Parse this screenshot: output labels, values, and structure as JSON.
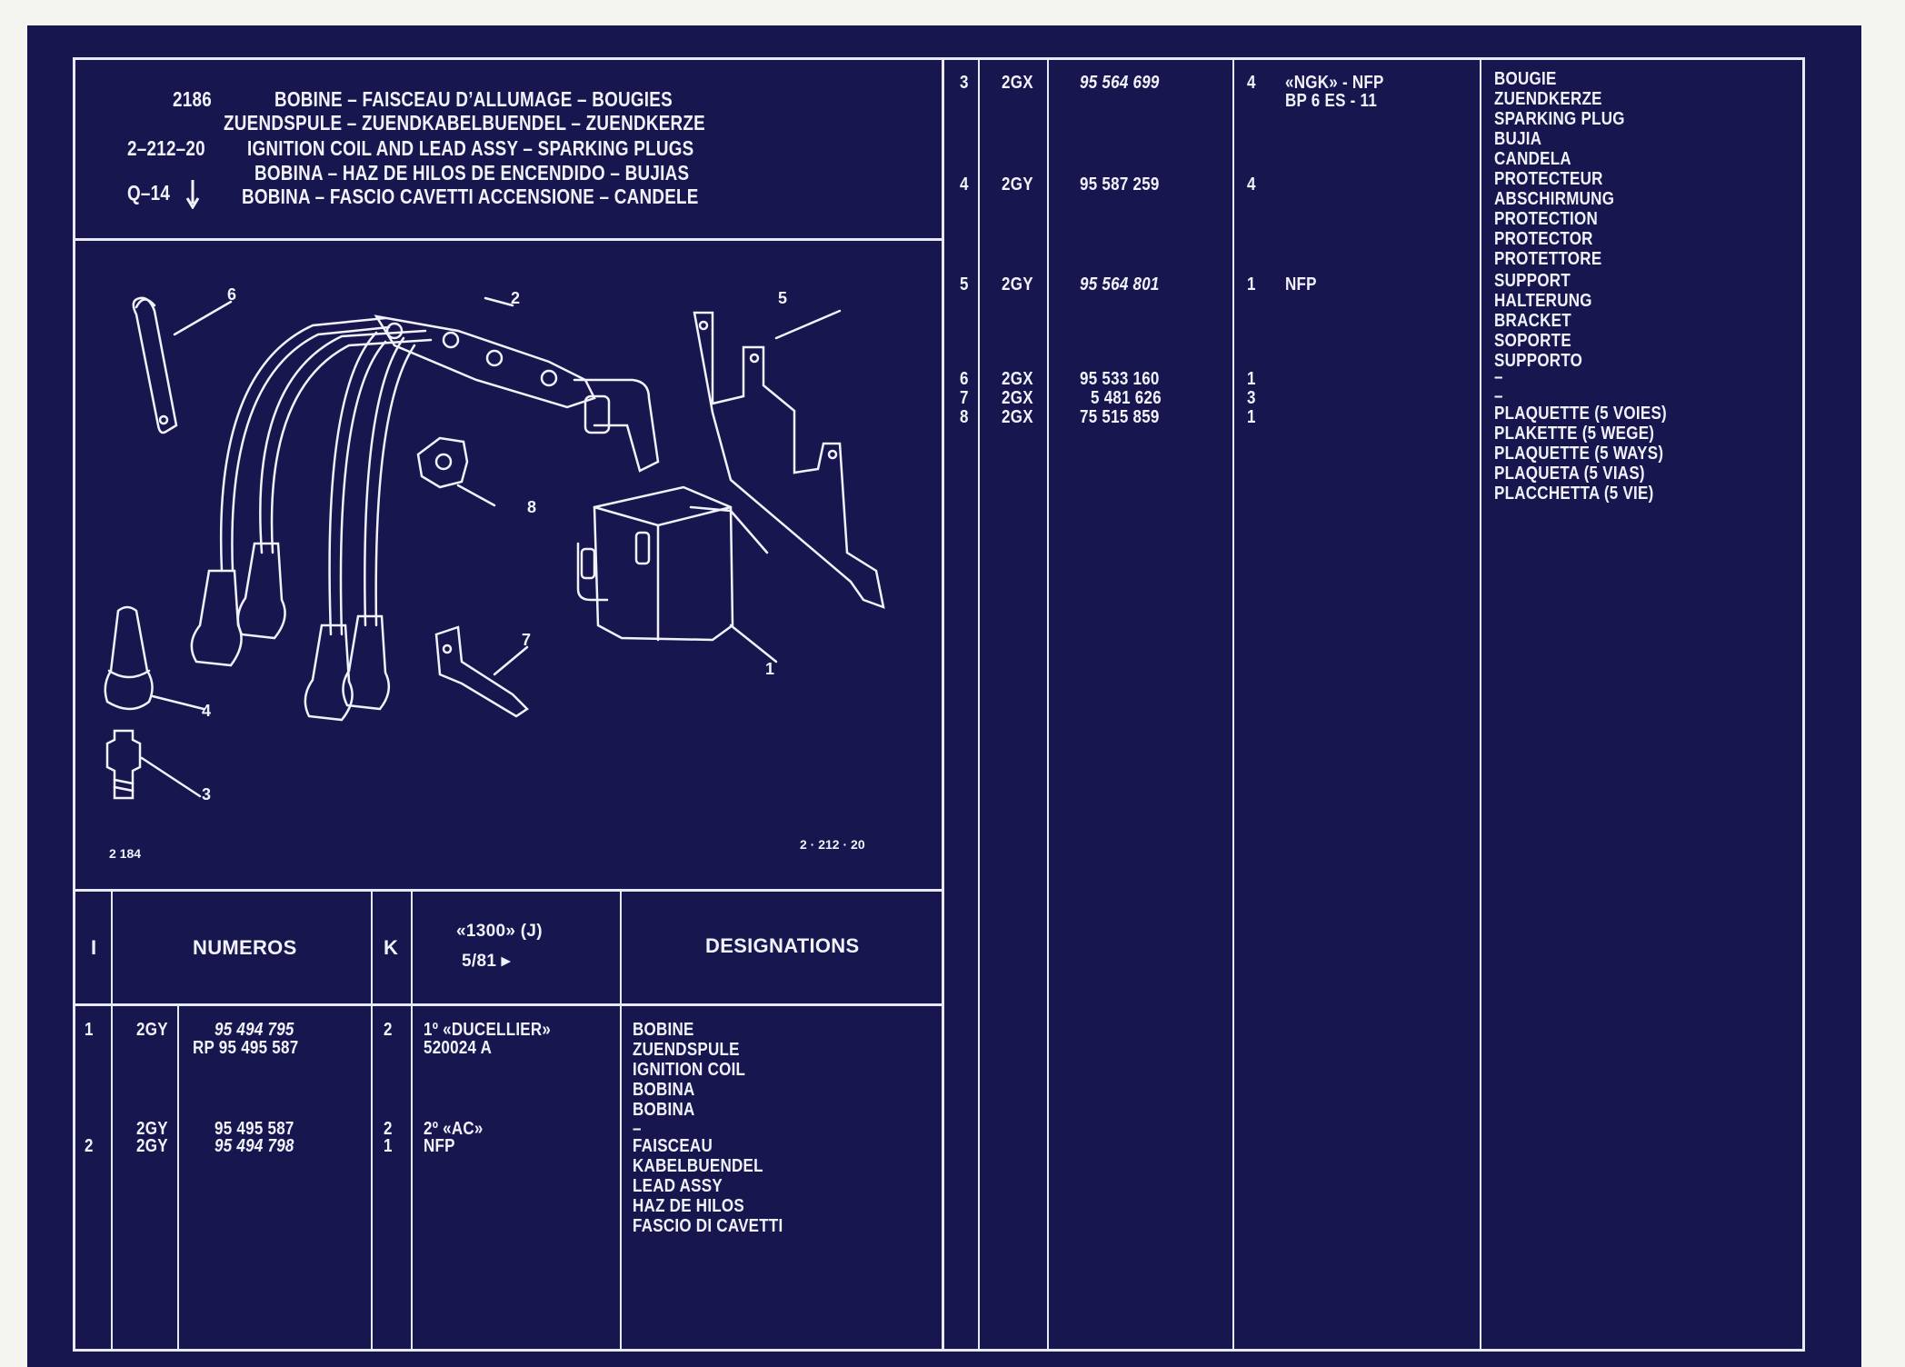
{
  "header": {
    "ref_code": "2186",
    "code_line3": "2–212–20",
    "code_line5": "Q–14",
    "lines": [
      "BOBINE – FAISCEAU D’ALLUMAGE – BOUGIES",
      "ZUENDSPULE – ZUENDKABELBUENDEL – ZUENDKERZE",
      "IGNITION COIL AND LEAD ASSY – SPARKING PLUGS",
      "BOBINA – HAZ DE HILOS DE ENCENDIDO – BUJIAS",
      "BOBINA – FASCIO CAVETTI ACCENSIONE – CANDELE"
    ]
  },
  "diagram": {
    "callouts": [
      "1",
      "2",
      "3",
      "4",
      "5",
      "6",
      "7",
      "8"
    ],
    "ref_left": "2 184",
    "ref_right": "2 · 212 · 20"
  },
  "table_header": {
    "col_i": "I",
    "col_numeros": "NUMEROS",
    "col_k": "K",
    "col_model": "«1300» (J)",
    "col_date": "5/81 ▸",
    "col_designations": "DESIGNATIONS"
  },
  "left_rows": {
    "r1": {
      "i": "1",
      "code": "2GY",
      "num": "95 494 795",
      "num2": "RP 95 495 587",
      "k": "2",
      "note": "1º «DUCELLIER»",
      "note2": "520024 A",
      "desc": [
        "BOBINE",
        "ZUENDSPULE",
        "IGNITION COIL",
        "BOBINA",
        "BOBINA"
      ]
    },
    "r1b": {
      "code": "2GY",
      "num": "95 495 587",
      "k": "2",
      "note": "2º «AC»",
      "desc": "–"
    },
    "r2": {
      "i": "2",
      "code": "2GY",
      "num": "95 494 798",
      "k": "1",
      "note": "NFP",
      "desc": [
        "FAISCEAU",
        "KABELBUENDEL",
        "LEAD ASSY",
        "HAZ DE HILOS",
        "FASCIO DI CAVETTI"
      ]
    }
  },
  "right_rows": {
    "r3": {
      "i": "3",
      "code": "2GX",
      "num": "95 564 699",
      "k": "4",
      "note": "«NGK» - NFP",
      "note2": "BP 6 ES - 11",
      "desc": [
        "BOUGIE",
        "ZUENDKERZE",
        "SPARKING PLUG",
        "BUJIA",
        "CANDELA"
      ]
    },
    "r4": {
      "i": "4",
      "code": "2GY",
      "num": "95 587 259",
      "k": "4",
      "desc": [
        "PROTECTEUR",
        "ABSCHIRMUNG",
        "PROTECTION",
        "PROTECTOR",
        "PROTETTORE"
      ]
    },
    "r5": {
      "i": "5",
      "code": "2GY",
      "num": "95 564 801",
      "k": "1",
      "note": "NFP",
      "desc": [
        "SUPPORT",
        "HALTERUNG",
        "BRACKET",
        "SOPORTE",
        "SUPPORTO"
      ]
    },
    "r6": {
      "i": "6",
      "code": "2GX",
      "num": "95 533 160",
      "k": "1",
      "desc": "–"
    },
    "r7": {
      "i": "7",
      "code": "2GX",
      "num": "5 481 626",
      "k": "3",
      "desc": "–"
    },
    "r8": {
      "i": "8",
      "code": "2GX",
      "num": "75 515 859",
      "k": "1",
      "desc": [
        "PLAQUETTE (5 VOIES)",
        "PLAKETTE (5 WEGE)",
        "PLAQUETTE (5 WAYS)",
        "PLAQUETA (5 VIAS)",
        "PLACCHETTA (5 VIE)"
      ]
    }
  }
}
